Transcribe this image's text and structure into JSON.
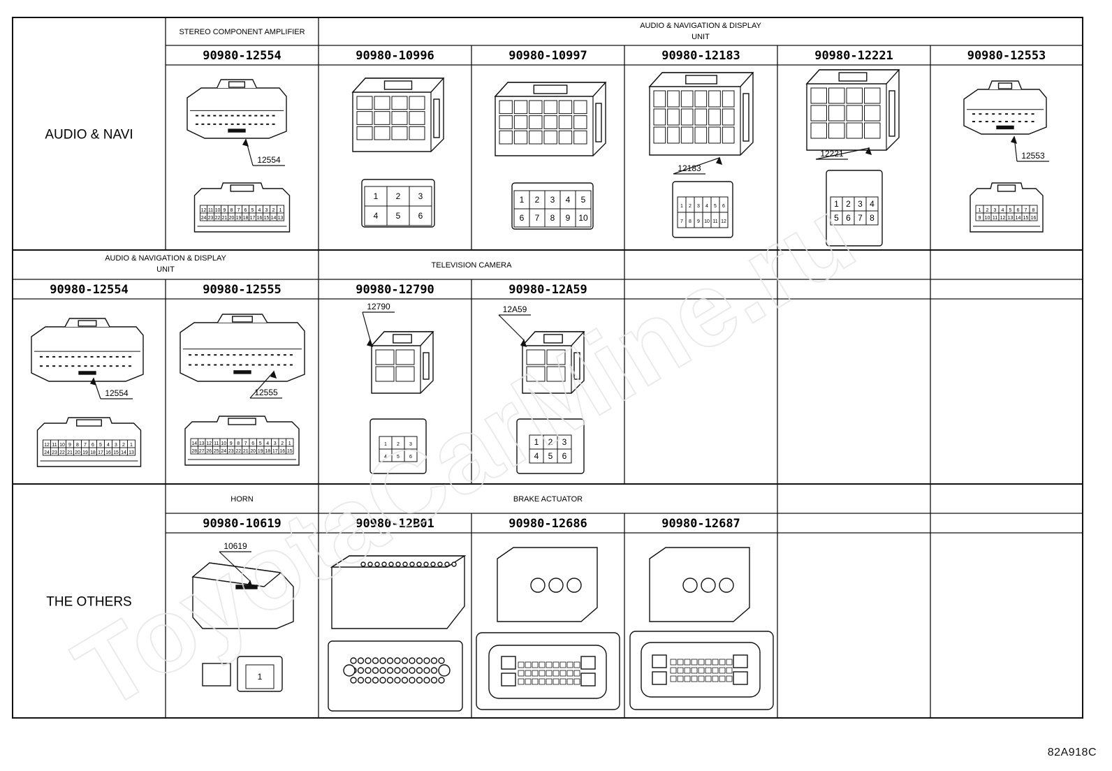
{
  "rows": [
    {
      "label": "AUDIO & NAVI",
      "groups": [
        {
          "label_lines": [
            "STEREO COMPONENT AMPLIFIER"
          ]
        },
        {
          "label_lines": [
            "AUDIO & NAVIGATION & DISPLAY",
            "UNIT"
          ]
        }
      ],
      "parts": [
        {
          "number": "90980-12554",
          "callout": "12554",
          "pins_top": [
            "12",
            "11",
            "10",
            "9",
            "8",
            "7",
            "6",
            "5",
            "4",
            "3",
            "2",
            "1"
          ],
          "pins_bottom": [
            "24",
            "23",
            "22",
            "21",
            "20",
            "19",
            "18",
            "17",
            "16",
            "15",
            "14",
            "13"
          ]
        },
        {
          "number": "90980-10996",
          "pins": [
            "1",
            "2",
            "3",
            "4",
            "5",
            "6"
          ]
        },
        {
          "number": "90980-10997",
          "pins": [
            "1",
            "2",
            "3",
            "4",
            "5",
            "6",
            "7",
            "8",
            "9",
            "10"
          ]
        },
        {
          "number": "90980-12183",
          "callout": "12183",
          "pins": [
            "1",
            "2",
            "3",
            "4",
            "5",
            "6",
            "7",
            "8",
            "9",
            "10",
            "11",
            "12"
          ]
        },
        {
          "number": "90980-12221",
          "callout": "12221",
          "pins": [
            "1",
            "2",
            "3",
            "4",
            "5",
            "6",
            "7",
            "8"
          ]
        },
        {
          "number": "90980-12553",
          "callout": "12553",
          "pins_top": [
            "1",
            "2",
            "3",
            "4",
            "5",
            "6",
            "7",
            "8"
          ],
          "pins_bottom": [
            "9",
            "10",
            "11",
            "12",
            "13",
            "14",
            "15",
            "16"
          ]
        }
      ]
    },
    {
      "groups": [
        {
          "label_lines": [
            "AUDIO & NAVIGATION & DISPLAY",
            "UNIT"
          ]
        },
        {
          "label_lines": [
            "TELEVISION CAMERA"
          ]
        }
      ],
      "parts": [
        {
          "number": "90980-12554",
          "callout": "12554",
          "pins_top": [
            "12",
            "11",
            "10",
            "9",
            "8",
            "7",
            "6",
            "5",
            "4",
            "3",
            "2",
            "1"
          ],
          "pins_bottom": [
            "24",
            "23",
            "22",
            "21",
            "20",
            "19",
            "18",
            "17",
            "16",
            "15",
            "14",
            "13"
          ]
        },
        {
          "number": "90980-12555",
          "callout": "12555",
          "pins_top": [
            "14",
            "13",
            "12",
            "11",
            "10",
            "9",
            "8",
            "7",
            "6",
            "5",
            "4",
            "3",
            "2",
            "1"
          ],
          "pins_bottom": [
            "28",
            "27",
            "26",
            "25",
            "24",
            "23",
            "22",
            "21",
            "20",
            "19",
            "18",
            "17",
            "16",
            "15"
          ]
        },
        {
          "number": "90980-12790",
          "callout": "12790",
          "pins": [
            "1",
            "2",
            "3",
            "4",
            "5",
            "6"
          ]
        },
        {
          "number": "90980-12A59",
          "callout": "12A59",
          "pins": [
            "1",
            "2",
            "3",
            "4",
            "5",
            "6"
          ]
        }
      ]
    },
    {
      "label": "THE OTHERS",
      "groups": [
        {
          "label_lines": [
            "HORN"
          ]
        },
        {
          "label_lines": [
            "BRAKE ACTUATOR"
          ]
        }
      ],
      "parts": [
        {
          "number": "90980-10619",
          "callout": "10619",
          "pins": [
            "1"
          ]
        },
        {
          "number": "90980-12B01"
        },
        {
          "number": "90980-12686"
        },
        {
          "number": "90980-12687"
        }
      ]
    }
  ],
  "watermark": "ToyotaCarMine.ru",
  "figure_code": "82A918C"
}
